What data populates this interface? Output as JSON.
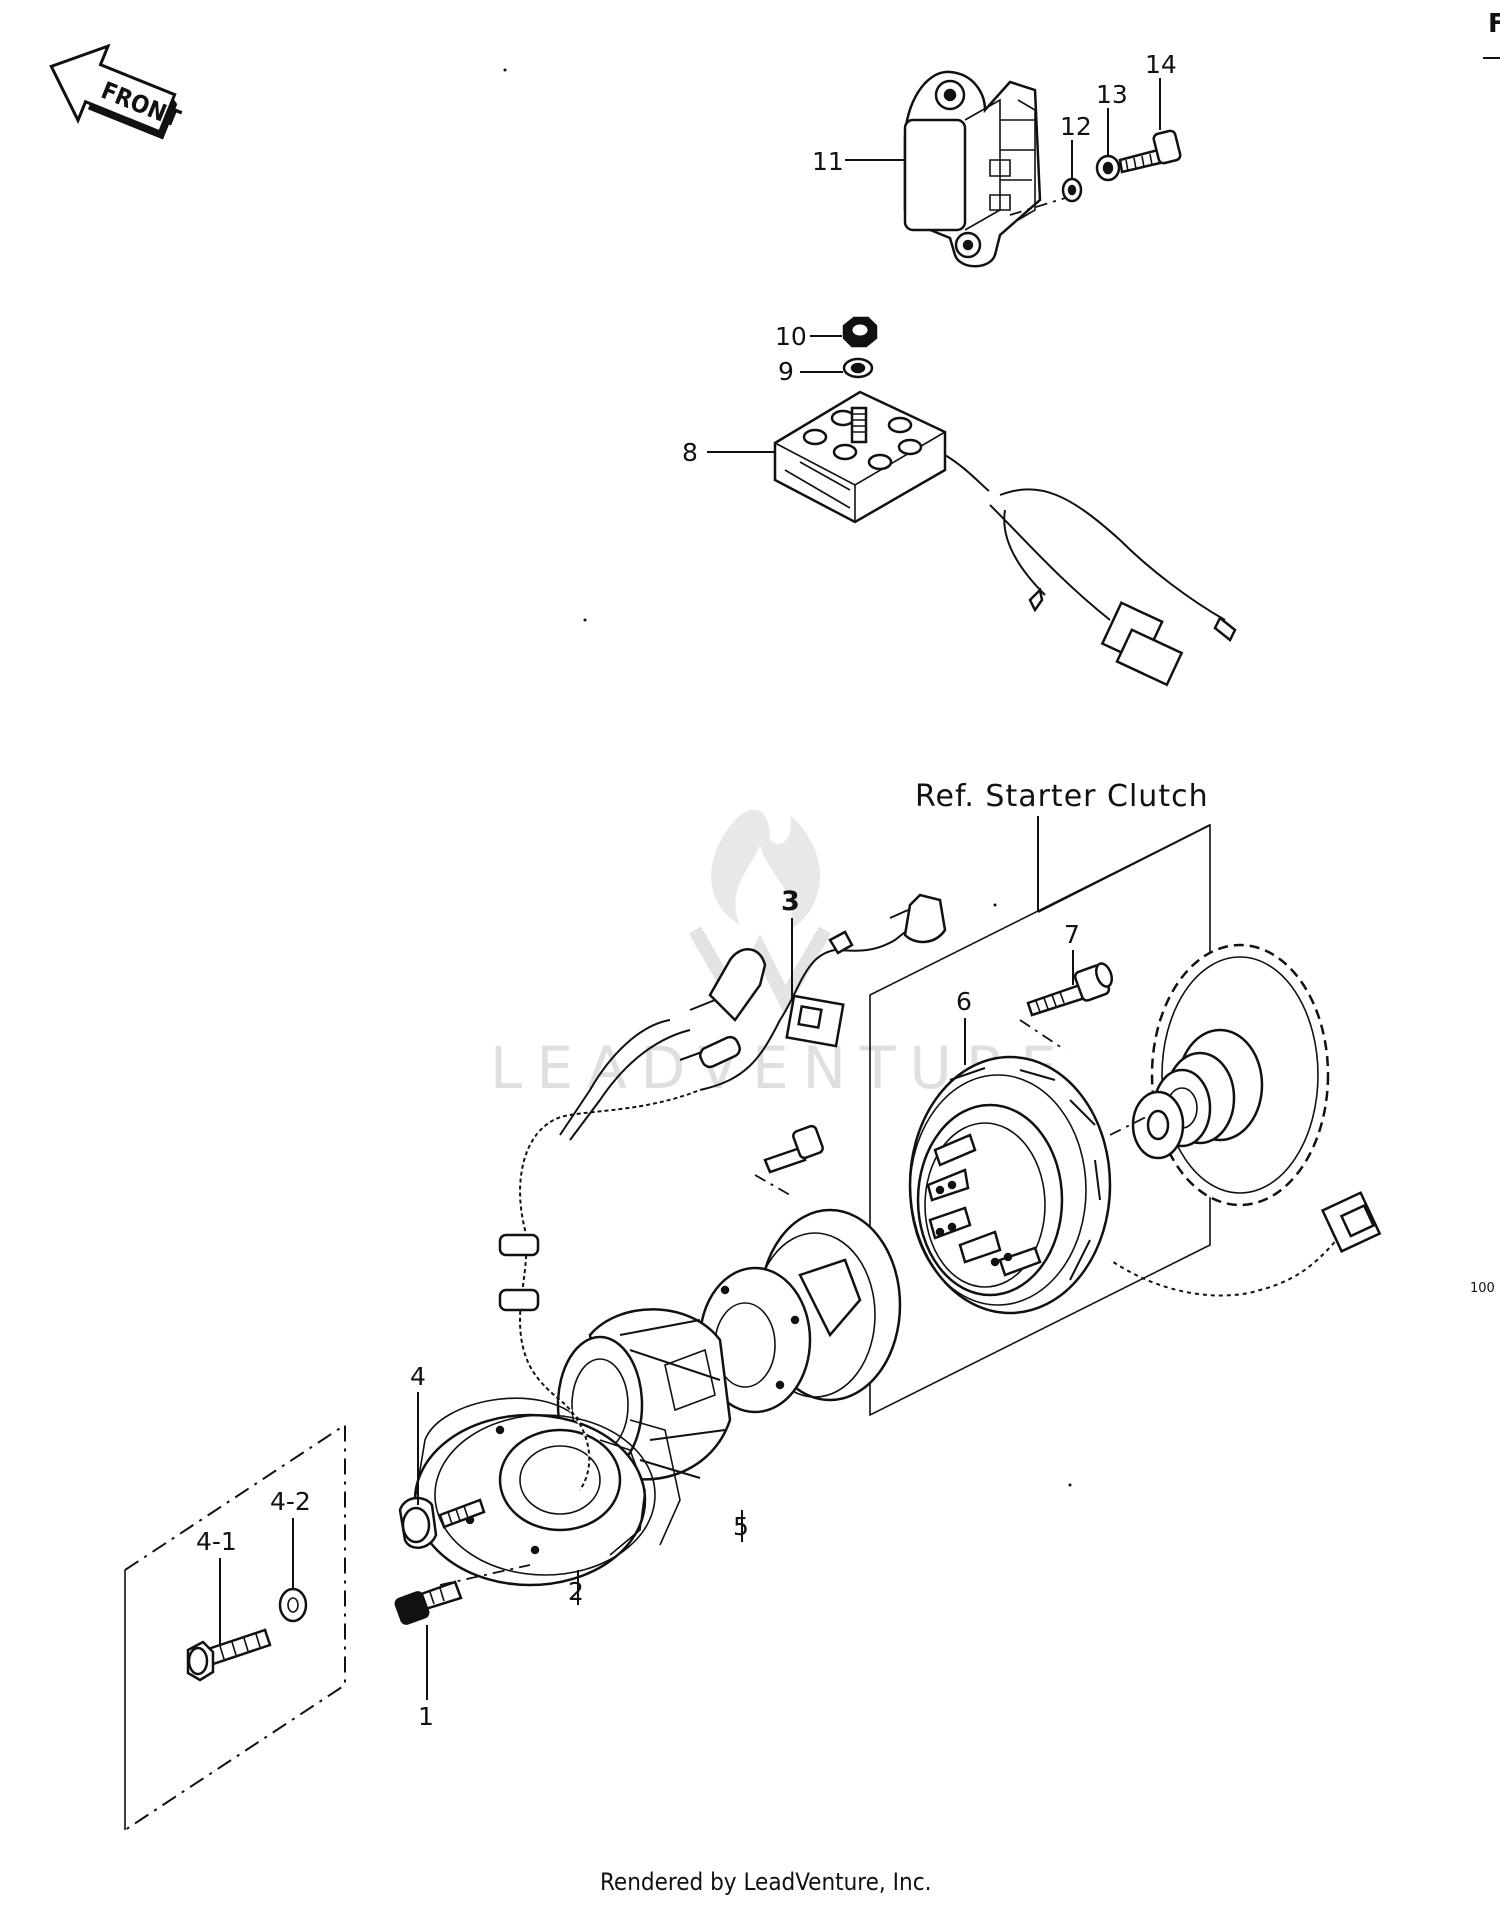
{
  "front_arrow": {
    "label": "FRONT"
  },
  "reference": {
    "label": "Ref.  Starter Clutch"
  },
  "callouts": {
    "c1": "1",
    "c2": "2",
    "c3": "3",
    "c4": "4",
    "c4_1": "4-1",
    "c4_2": "4-2",
    "c5": "5",
    "c6": "6",
    "c7": "7",
    "c8": "8",
    "c9": "9",
    "c10": "10",
    "c11": "11",
    "c12": "12",
    "c13": "13",
    "c14": "14"
  },
  "edge_marks": {
    "top_right": "F",
    "right_side": "100"
  },
  "watermark": {
    "text": "LEADVENTURE"
  },
  "footer": {
    "text": "Rendered by LeadVenture, Inc."
  }
}
